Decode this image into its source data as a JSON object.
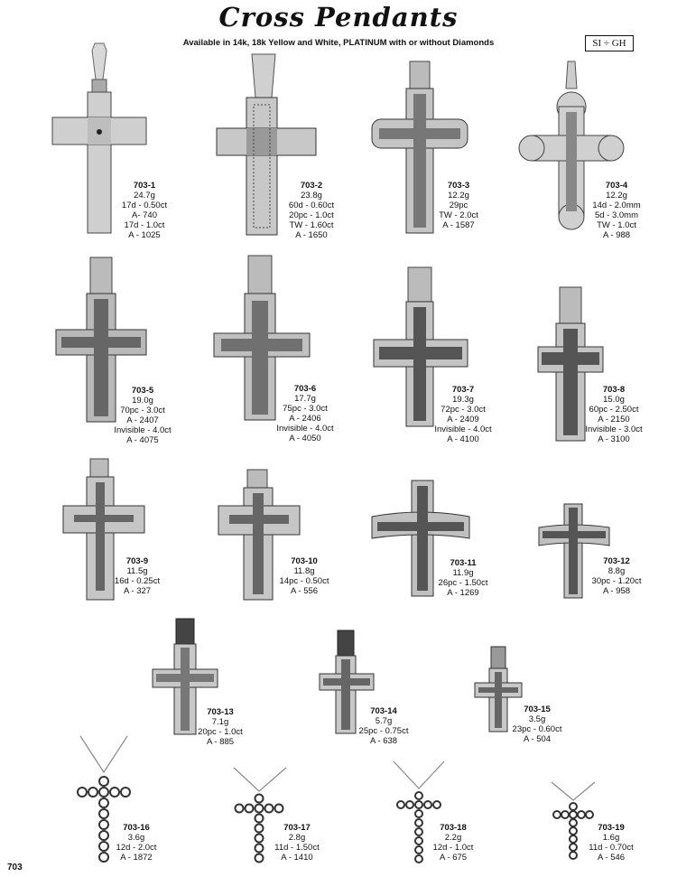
{
  "header": {
    "title": "Cross Pendants",
    "subtitle": "Available in 14k, 18k Yellow and White, PLATINUM with or without Diamonds",
    "grade_badge": "SI ÷ GH"
  },
  "page_number": "703",
  "items": [
    {
      "code": "703-1",
      "lines": [
        "24.7g",
        "17d - 0.50ct",
        "A- 740",
        "17d - 1.0ct",
        "A - 1025"
      ]
    },
    {
      "code": "703-2",
      "lines": [
        "23.8g",
        "60d - 0.60ct",
        "20pc - 1.0ct",
        "TW - 1.60ct",
        "A - 1650"
      ]
    },
    {
      "code": "703-3",
      "lines": [
        "12.2g",
        "29pc",
        "TW - 2.0ct",
        "A - 1587"
      ]
    },
    {
      "code": "703-4",
      "lines": [
        "12.2g",
        "14d - 2.0mm",
        "5d - 3.0mm",
        "TW - 1.0ct",
        "A - 988"
      ]
    },
    {
      "code": "703-5",
      "lines": [
        "19.0g",
        "70pc - 3.0ct",
        "A - 2407",
        "Invisible - 4.0ct",
        "A - 4075"
      ]
    },
    {
      "code": "703-6",
      "lines": [
        "17.7g",
        "75pc - 3.0ct",
        "A - 2406",
        "Invisible - 4.0ct",
        "A - 4050"
      ]
    },
    {
      "code": "703-7",
      "lines": [
        "19.3g",
        "72pc - 3.0ct",
        "A - 2409",
        "Invisible - 4.0ct",
        "A - 4100"
      ]
    },
    {
      "code": "703-8",
      "lines": [
        "15.0g",
        "60pc - 2.50ct",
        "A - 2150",
        "Invisible - 3.0ct",
        "A - 3100"
      ]
    },
    {
      "code": "703-9",
      "lines": [
        "11.5g",
        "16d - 0.25ct",
        "A - 327"
      ]
    },
    {
      "code": "703-10",
      "lines": [
        "11.8g",
        "14pc - 0.50ct",
        "A - 556"
      ]
    },
    {
      "code": "703-11",
      "lines": [
        "11.9g",
        "26pc - 1.50ct",
        "A - 1269"
      ]
    },
    {
      "code": "703-12",
      "lines": [
        "8.8g",
        "30pc - 1.20ct",
        "A - 958"
      ]
    },
    {
      "code": "703-13",
      "lines": [
        "7.1g",
        "20pc - 1.0ct",
        "A - 885"
      ]
    },
    {
      "code": "703-14",
      "lines": [
        "5.7g",
        "25pc - 0.75ct",
        "A - 638"
      ]
    },
    {
      "code": "703-15",
      "lines": [
        "3.5g",
        "23pc - 0.60ct",
        "A - 504"
      ]
    },
    {
      "code": "703-16",
      "lines": [
        "3.6g",
        "12d - 2.0ct",
        "A - 1872"
      ]
    },
    {
      "code": "703-17",
      "lines": [
        "2.8g",
        "11d - 1.50ct",
        "A - 1410"
      ]
    },
    {
      "code": "703-18",
      "lines": [
        "2.2g",
        "12d - 1.0ct",
        "A - 675"
      ]
    },
    {
      "code": "703-19",
      "lines": [
        "1.6g",
        "11d - 0.70ct",
        "A - 546"
      ]
    }
  ]
}
